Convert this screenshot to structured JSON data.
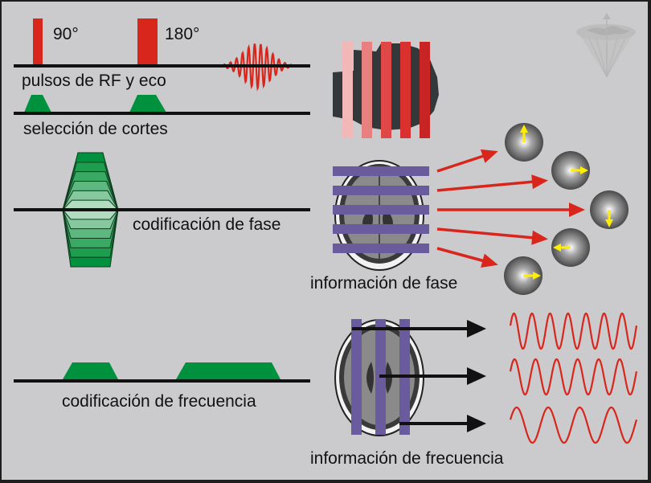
{
  "labels": {
    "pulse_90": "90°",
    "pulse_180": "180°",
    "rf_echo": "pulsos de RF y eco",
    "slice_selection": "selección de cortes",
    "phase_encoding": "codificación de fase",
    "phase_info": "información de fase",
    "frequency_encoding": "codificación de frecuencia",
    "frequency_info": "información de frecuencia"
  },
  "colors": {
    "background": "#cbcbcd",
    "frame": "#1e1e1e",
    "rf_pulse": "#d9261c",
    "gradient": "#00913f",
    "encoding_band": "#6a5a9e",
    "arrow_red": "#d9261c",
    "arrow_black": "#111111",
    "spin_arrow": "#ffee00",
    "slice_stripes": [
      "#f2b8b8",
      "#e88080",
      "#e04848",
      "#d93030",
      "#c82424"
    ]
  },
  "phase_spins": [
    {
      "direction": "up"
    },
    {
      "direction": "right"
    },
    {
      "direction": "down"
    },
    {
      "direction": "left"
    },
    {
      "direction": "right"
    }
  ],
  "frequency_waves": [
    {
      "cycles": 7
    },
    {
      "cycles": 6
    },
    {
      "cycles": 4
    }
  ],
  "phase_steps": 6
}
